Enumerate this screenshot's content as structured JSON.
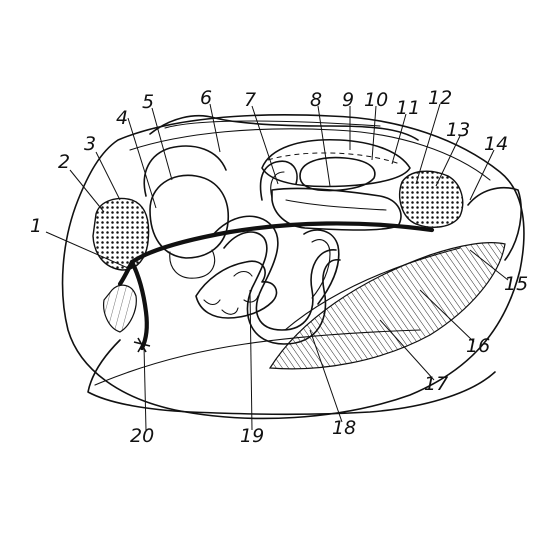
{
  "diagram": {
    "labels": [
      {
        "id": "1",
        "text": "1"
      },
      {
        "id": "2",
        "text": "2"
      },
      {
        "id": "3",
        "text": "3"
      },
      {
        "id": "4",
        "text": "4"
      },
      {
        "id": "5",
        "text": "5"
      },
      {
        "id": "6",
        "text": "6"
      },
      {
        "id": "7",
        "text": "7"
      },
      {
        "id": "8",
        "text": "8"
      },
      {
        "id": "9",
        "text": "9"
      },
      {
        "id": "10",
        "text": "10"
      },
      {
        "id": "11",
        "text": "11"
      },
      {
        "id": "12",
        "text": "12"
      },
      {
        "id": "13",
        "text": "13"
      },
      {
        "id": "14",
        "text": "14"
      },
      {
        "id": "15",
        "text": "15"
      },
      {
        "id": "16",
        "text": "16"
      },
      {
        "id": "17",
        "text": "17"
      },
      {
        "id": "18",
        "text": "18"
      },
      {
        "id": "19",
        "text": "19"
      },
      {
        "id": "20",
        "text": "20"
      }
    ]
  }
}
